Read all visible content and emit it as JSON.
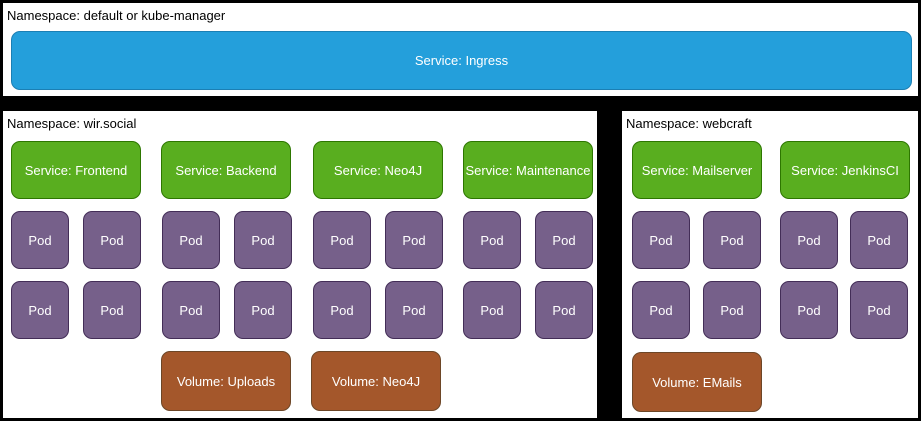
{
  "diagram": {
    "top": {
      "namespace_label": "Namespace: default or kube-manager",
      "ingress_label": "Service: Ingress"
    },
    "left": {
      "namespace_label": "Namespace: wir.social",
      "services": [
        "Service: Frontend",
        "Service: Backend",
        "Service: Neo4J",
        "Service: Maintenance"
      ],
      "pod_label": "Pod",
      "pod_count": 16,
      "volumes": [
        "Volume: Uploads",
        "Volume: Neo4J"
      ]
    },
    "right": {
      "namespace_label": "Namespace: webcraft",
      "services": [
        "Service: Mailserver",
        "Service: JenkinsCI"
      ],
      "pod_label": "Pod",
      "pod_count": 8,
      "volumes": [
        "Volume: EMails"
      ]
    },
    "colors": {
      "ingress_fill": "#249FDB",
      "service_fill": "#59AE1F",
      "pod_fill": "#76608A",
      "volume_fill": "#A4572B",
      "background": "#000000",
      "panel_fill": "#FFFFFF"
    }
  }
}
